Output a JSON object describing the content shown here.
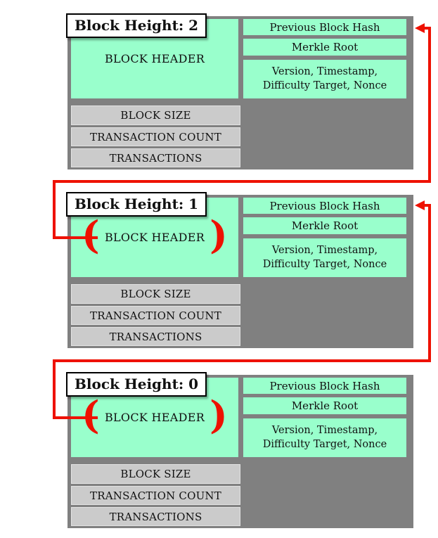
{
  "diagram": {
    "title_semantic": "blockchain-block-structure",
    "colors": {
      "container_gray": "#808080",
      "mint_green": "#99ffcc",
      "row_gray": "#cbcbcb",
      "connector_red": "#ee1100",
      "label_background": "#ffffff",
      "text": "#111111"
    },
    "brace_open": "(",
    "brace_close": ")",
    "blocks": [
      {
        "id": "block-height-2",
        "label": "Block Height: 2",
        "header_label": "BLOCK HEADER",
        "has_hash_braces": false,
        "fields": [
          "Previous Block Hash",
          "Merkle Root",
          "Version, Timestamp,",
          "Difficulty Target, Nonce"
        ],
        "rows": [
          "BLOCK SIZE",
          "TRANSACTION COUNT",
          "TRANSACTIONS"
        ]
      },
      {
        "id": "block-height-1",
        "label": "Block Height: 1",
        "header_label": "BLOCK HEADER",
        "has_hash_braces": true,
        "fields": [
          "Previous Block Hash",
          "Merkle Root",
          "Version, Timestamp,",
          "Difficulty Target, Nonce"
        ],
        "rows": [
          "BLOCK SIZE",
          "TRANSACTION COUNT",
          "TRANSACTIONS"
        ]
      },
      {
        "id": "block-height-0",
        "label": "Block Height: 0",
        "header_label": "BLOCK HEADER",
        "has_hash_braces": true,
        "fields": [
          "Previous Block Hash",
          "Merkle Root",
          "Version, Timestamp,",
          "Difficulty Target, Nonce"
        ],
        "rows": [
          "BLOCK SIZE",
          "TRANSACTION COUNT",
          "TRANSACTIONS"
        ]
      }
    ],
    "connectors": [
      {
        "from": "block-height-1-header",
        "to": "block-height-2-previous-block-hash"
      },
      {
        "from": "block-height-0-header",
        "to": "block-height-1-previous-block-hash"
      }
    ]
  }
}
